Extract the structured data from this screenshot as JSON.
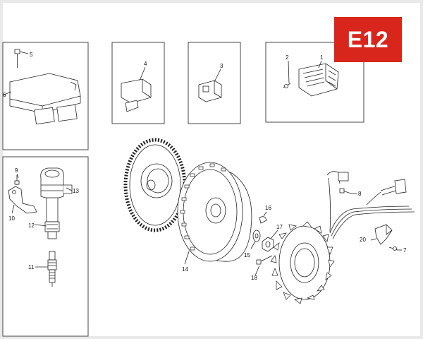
{
  "badge": {
    "code": "E12",
    "color": "#d9261c"
  },
  "callouts": {
    "c1": "1",
    "c2": "2",
    "c3": "3",
    "c4": "4",
    "c5": "5",
    "c6": "6",
    "c7": "7",
    "c8": "8",
    "c9": "9",
    "c10": "10",
    "c11": "11",
    "c12": "12",
    "c13": "13",
    "c14": "14",
    "c15": "15",
    "c16": "16",
    "c17": "17",
    "c18": "18",
    "c20": "20"
  },
  "colors": {
    "frame": "#e9e9e9",
    "line": "#222222"
  }
}
